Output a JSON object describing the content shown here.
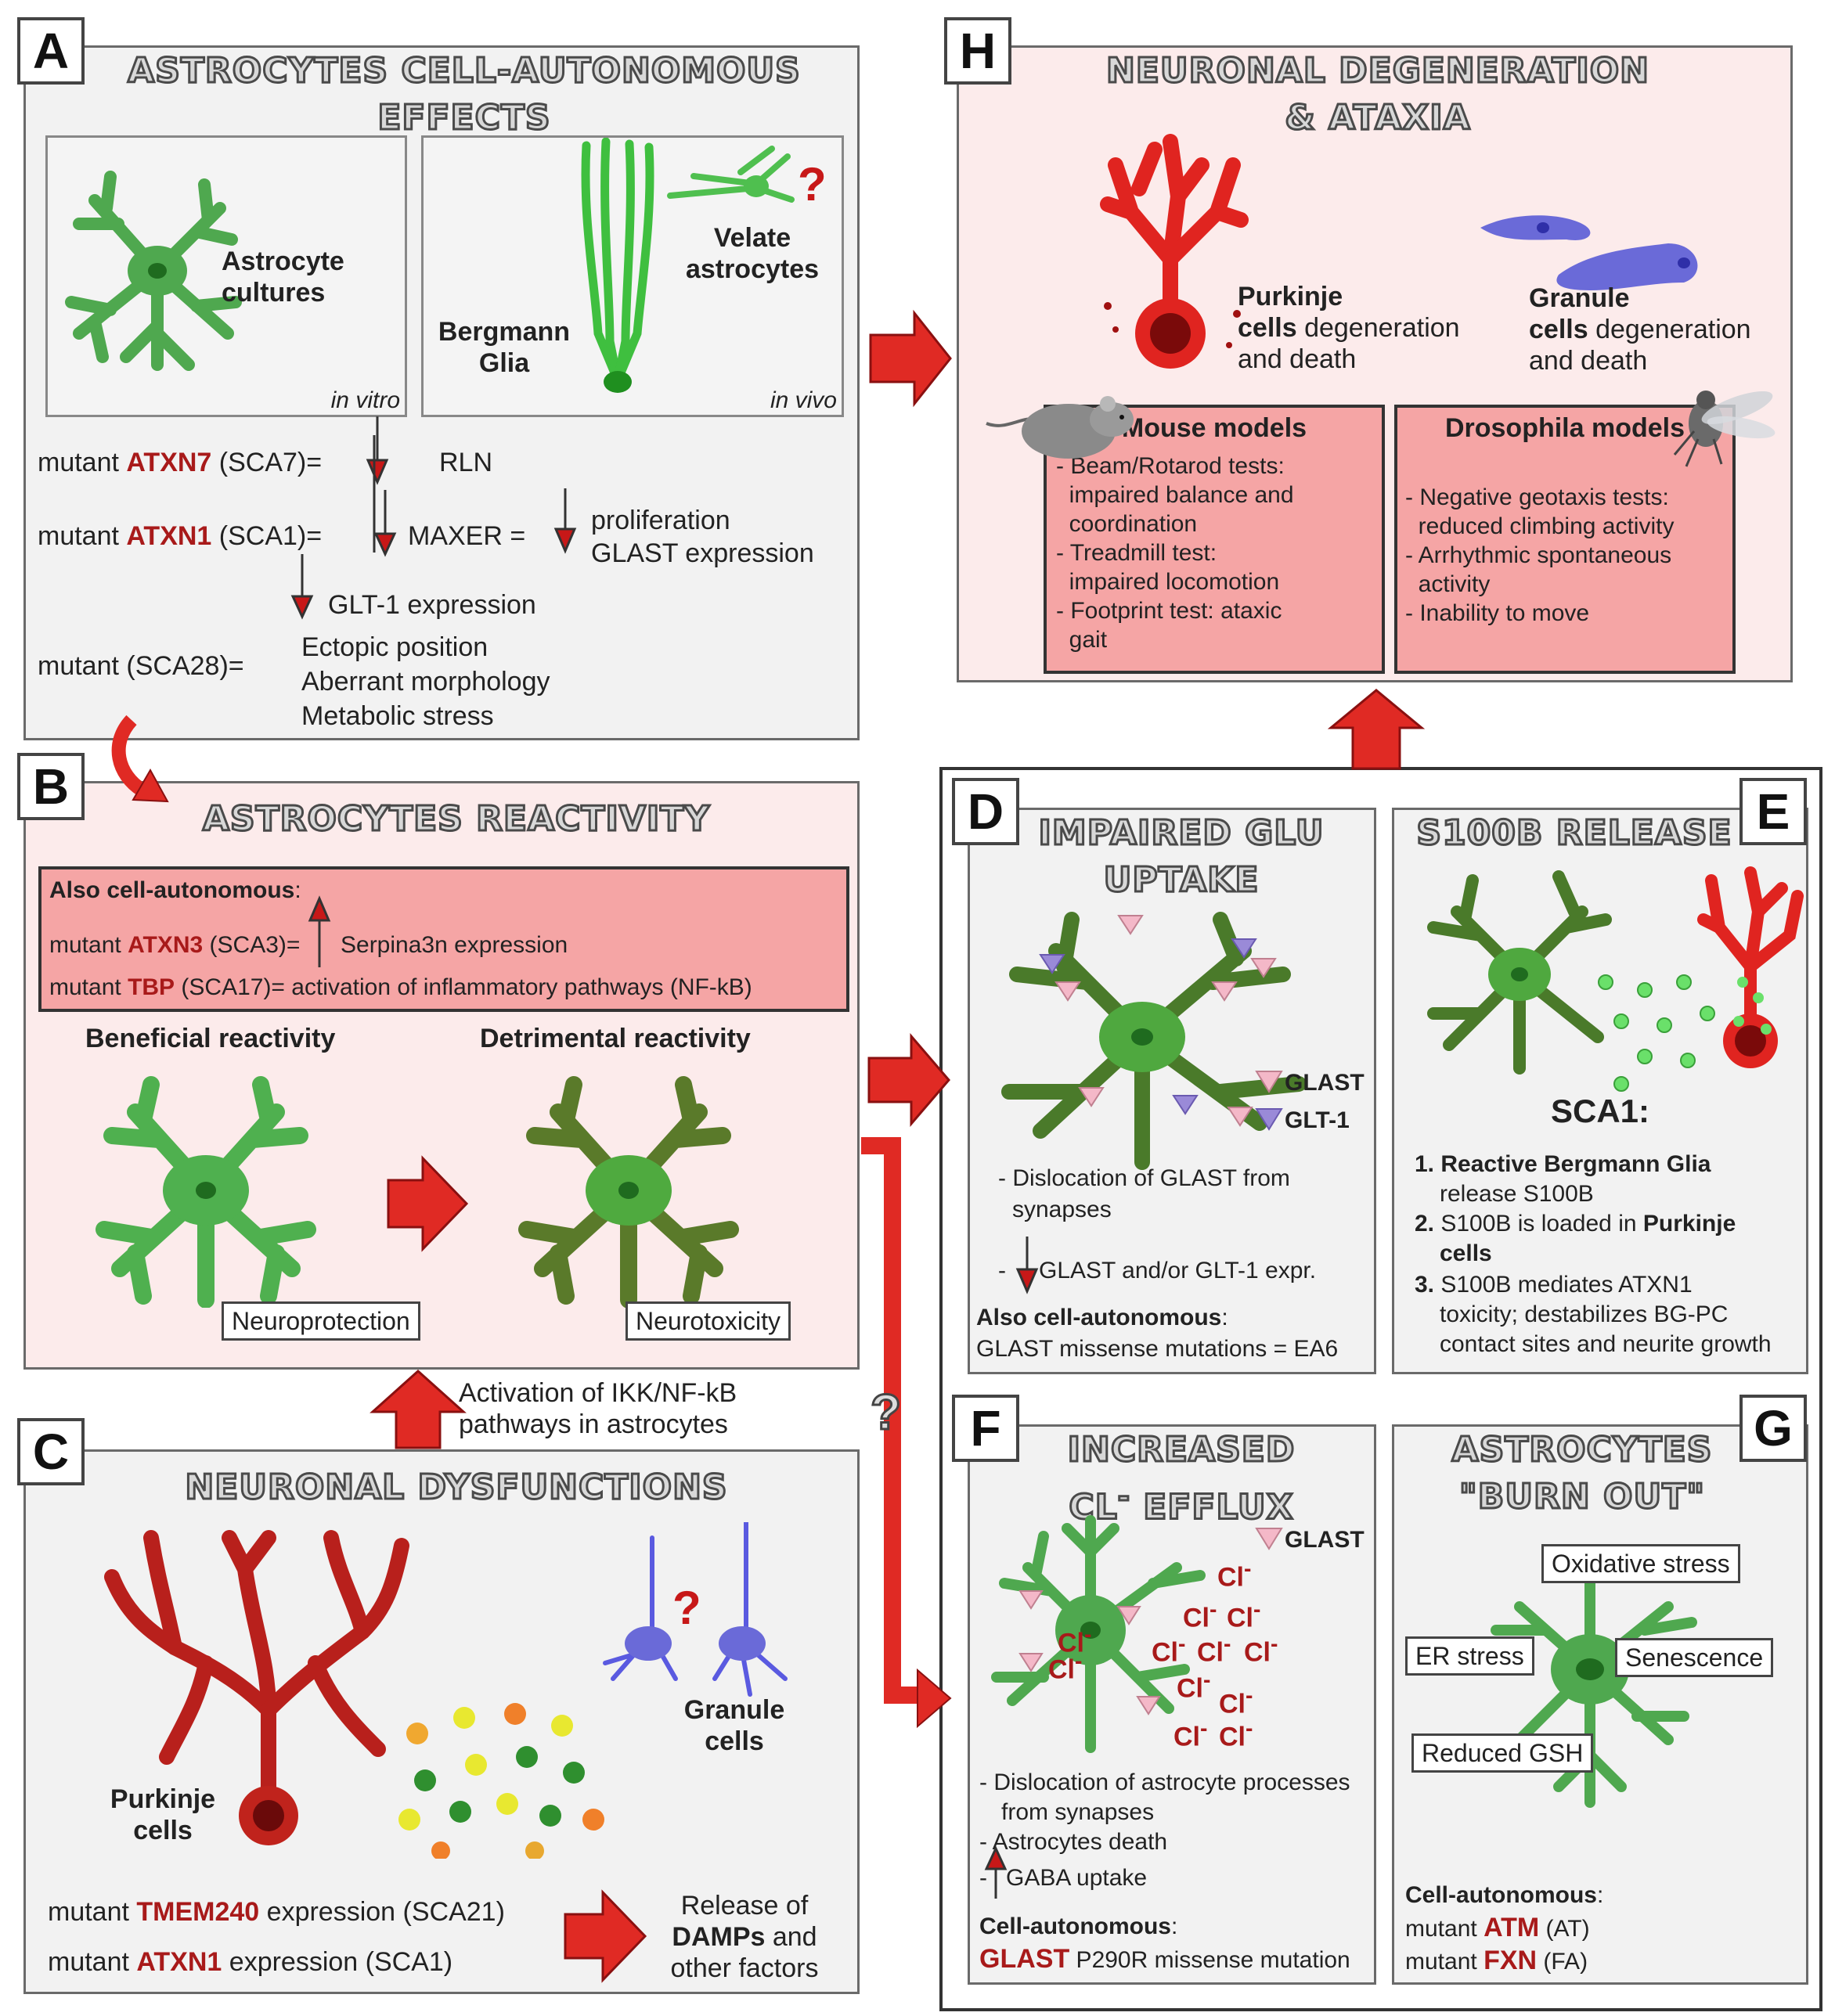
{
  "panelA": {
    "letter": "A",
    "title_l1": "ASTROCYTES CELL-AUTONOMOUS",
    "title_l2": "EFFECTS",
    "astro_cultures_l1": "Astrocyte",
    "astro_cultures_l2": "cultures",
    "in_vitro": "in vitro",
    "bergmann_l1": "Bergmann",
    "bergmann_l2": "Glia",
    "velate_l1": "Velate",
    "velate_l2": "astrocytes",
    "in_vivo": "in vivo",
    "question": "?",
    "row1_pre": "mutant ",
    "row1_gene": "ATXN7",
    "row1_post": " (SCA7)=",
    "row1_target": "RLN",
    "row2_pre": "mutant ",
    "row2_gene": "ATXN1",
    "row2_post": " (SCA1)=",
    "row2_target": "MAXER  =",
    "row2_eff1": "proliferation",
    "row2_eff2": "GLAST expression",
    "row3": "GLT-1 expression",
    "row4_pre": "mutant (SCA28)=",
    "row4_eff1": "Ectopic position",
    "row4_eff2": "Aberrant morphology",
    "row4_eff3": "Metabolic stress"
  },
  "panelB": {
    "letter": "B",
    "title": "ASTROCYTES REACTIVITY",
    "also": "Also cell-autonomous",
    "colon": ":",
    "r1_pre": "mutant ",
    "r1_gene": "ATXN3",
    "r1_post": " (SCA3)=",
    "r1_eff": "Serpina3n expression",
    "r2_pre": "mutant ",
    "r2_gene": "TBP",
    "r2_post": " (SCA17)= activation of inflammatory pathways (NF-kB)",
    "beneficial": "Beneficial reactivity",
    "detrimental": "Detrimental reactivity",
    "neuroprotection": "Neuroprotection",
    "neurotoxicity": "Neurotoxicity"
  },
  "panelC": {
    "letter": "C",
    "title": "NEURONAL DYSFUNCTIONS",
    "activation_l1": "Activation of IKK/NF-kB",
    "activation_l2": "pathways in astrocytes",
    "purkinje_l1": "Purkinje",
    "purkinje_l2": "cells",
    "granule_l1": "Granule",
    "granule_l2": "cells",
    "question": "?",
    "m1_pre": "mutant ",
    "m1_gene": "TMEM240",
    "m1_post": " expression (SCA21)",
    "m2_pre": "mutant ",
    "m2_gene": "ATXN1",
    "m2_post": " expression (SCA1)",
    "release_l1": "Release of",
    "release_l2": "DAMPs",
    "release_l2b": " and",
    "release_l3": "other factors"
  },
  "panelH": {
    "letter": "H",
    "title_l1": "NEURONAL DEGENERATION",
    "title_l2": "& ATAXIA",
    "purkinje_l1": "Purkinje",
    "purkinje_l2a": "cells",
    "purkinje_l2b": " degeneration",
    "purkinje_l3": "and death",
    "granule_l1": "Granule",
    "granule_l2a": "cells",
    "granule_l2b": " degeneration",
    "granule_l3": "and death",
    "mouse_title": "Mouse models",
    "mouse_items": [
      "- Beam/Rotarod tests:",
      "  impaired balance and",
      "  coordination",
      "- Treadmill test:",
      "  impaired locomotion",
      "- Footprint test: ataxic",
      "  gait"
    ],
    "fly_title": "Drosophila models",
    "fly_items": [
      "- Negative geotaxis tests:",
      "  reduced climbing activity",
      "- Arrhythmic spontaneous",
      "  activity",
      "- Inability to move"
    ]
  },
  "panelD": {
    "letter": "D",
    "title_l1": "IMPAIRED GLU",
    "title_l2": "UPTAKE",
    "legend_glast": "GLAST",
    "legend_glt1": "GLT-1",
    "d1": "- Dislocation of GLAST from",
    "d1b": "synapses",
    "d2": "GLAST and/or GLT-1 expr.",
    "d2_dash": "-",
    "also": "Also cell-autonomous",
    "colon": ":",
    "ea6": "GLAST missense mutations = EA6"
  },
  "panelE": {
    "letter": "E",
    "title": "S100B RELEASE",
    "sca1": "SCA1:",
    "i1_num": "1. ",
    "i1_b": "Reactive Bergmann Glia",
    "i1_2": "release S100B",
    "i2_num": "2. ",
    "i2_a": "S100B is loaded in ",
    "i2_b": "Purkinje",
    "i2_2": "cells",
    "i3_num": "3. ",
    "i3_a": "S100B mediates ATXN1",
    "i3_2": "toxicity; destabilizes BG-PC",
    "i3_3": "contact sites and neurite growth"
  },
  "panelF": {
    "letter": "F",
    "title_l1": "INCREASED",
    "title_l2": "CL",
    "title_sup": "-",
    "title_l2b": " EFFLUX",
    "legend_glast": "GLAST",
    "cl": "Cl",
    "cl_sup": "-",
    "f1": "-  Dislocation of astrocyte processes",
    "f1b": "from synapses",
    "f2": "-  Astrocytes death",
    "f3_dash": "-",
    "f3": "GABA uptake",
    "cell_auto": "Cell-autonomous",
    "colon": ":",
    "glast": "GLAST",
    "mutation": " P290R missense mutation"
  },
  "panelG": {
    "letter": "G",
    "title_l1": "ASTROCYTES",
    "title_l2": "\"BURN OUT\"",
    "oxidative": "Oxidative stress",
    "er": "ER stress",
    "senescence": "Senescence",
    "gsh": "Reduced GSH",
    "cell_auto": "Cell-autonomous",
    "colon": ":",
    "m1_pre": "mutant ",
    "m1_gene": "ATM",
    "m1_post": " (AT)",
    "m2_pre": "mutant ",
    "m2_gene": "FXN",
    "m2_post": " (FA)"
  },
  "colors": {
    "astro_green": "#5cb85c",
    "astro_dark": "#4a7a2a",
    "purkinje_red": "#c0231c",
    "granule_blue": "#6a6ad8",
    "arrow_red": "#e02a24",
    "glast_pink": "#f4b8c8",
    "glt1_purple": "#9a8ad8"
  },
  "icons": [
    "astrocyte-icon",
    "bergmann-glia-icon",
    "purkinje-cell-icon",
    "granule-cell-icon",
    "mouse-icon",
    "fly-icon",
    "red-arrow-icon"
  ]
}
